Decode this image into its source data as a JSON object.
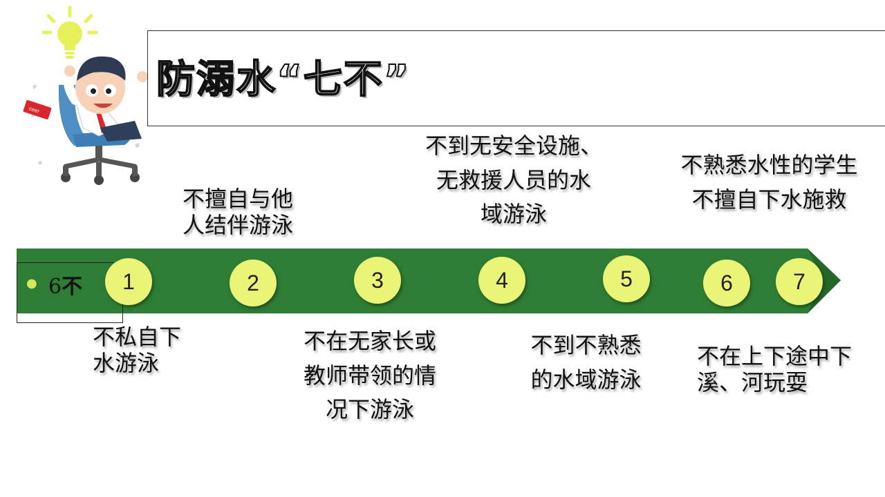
{
  "title": "防溺水“七不”",
  "legend": {
    "number": "6",
    "suffix": "不"
  },
  "colors": {
    "band": "#2e7d35",
    "circle": "#eaf477",
    "bulb": "#e7f25a"
  },
  "steps": [
    {
      "num": "1",
      "text": "不私自下\n水游泳"
    },
    {
      "num": "2",
      "text": "不擅自与他\n人结伴游泳"
    },
    {
      "num": "3",
      "text": "不在无家长或\n教师带领的情\n况下游泳"
    },
    {
      "num": "4",
      "text": "不到无安全设施、\n无救援人员的水\n域游泳"
    },
    {
      "num": "5",
      "text": "不到不熟悉\n的水域游泳"
    },
    {
      "num": "6",
      "text": "不熟悉水性的学生\n不擅自下水施救"
    },
    {
      "num": "7",
      "text": "不在上下途中下\n溪、河玩耍"
    }
  ]
}
